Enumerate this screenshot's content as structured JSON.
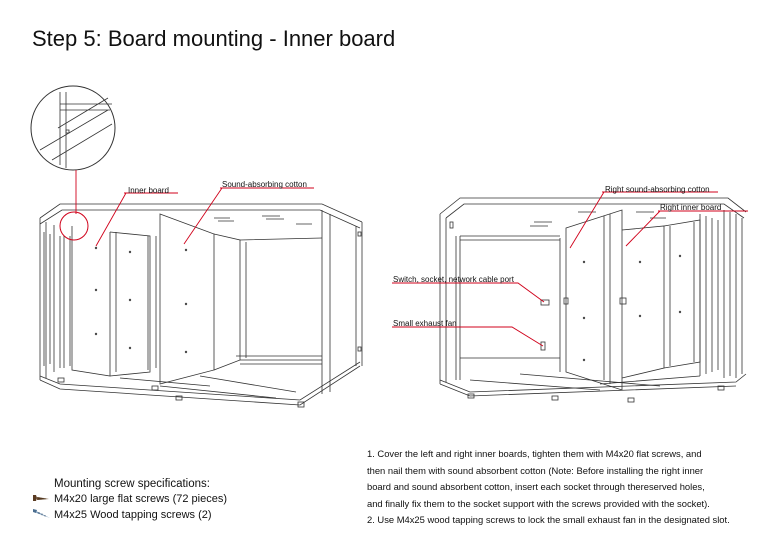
{
  "title": "Step 5: Board mounting - Inner board",
  "labels": {
    "inner_board": "Inner board",
    "sound_cotton": "Sound-absorbing cotton",
    "right_sound_cotton": "Right sound-absorbing cotton",
    "right_inner_board": "Right inner board",
    "switch_socket": "Switch, socket, network cable port",
    "exhaust_fan": "Small exhaust fan"
  },
  "specs": {
    "title": "Mounting screw specifications:",
    "items": [
      {
        "label": "M4x20 large flat screws (72 pieces)",
        "icon": "flat-screw-icon"
      },
      {
        "label": "M4x25 Wood tapping screws (2)",
        "icon": "tapping-screw-icon"
      }
    ]
  },
  "instructions": [
    "1. Cover the left and right inner boards, tighten them with M4x20 flat screws, and",
    "then nail them with sound absorbent cotton (Note: Before installing the right inner",
    "board and sound absorbent cotton, insert each socket through thereserved holes,",
    "and finally fix them to the socket support with the screws provided with the socket).",
    "2. Use M4x25 wood tapping screws to lock the small exhaust fan in the designated slot."
  ],
  "colors": {
    "leader": "#d0021b",
    "line": "#333333"
  }
}
